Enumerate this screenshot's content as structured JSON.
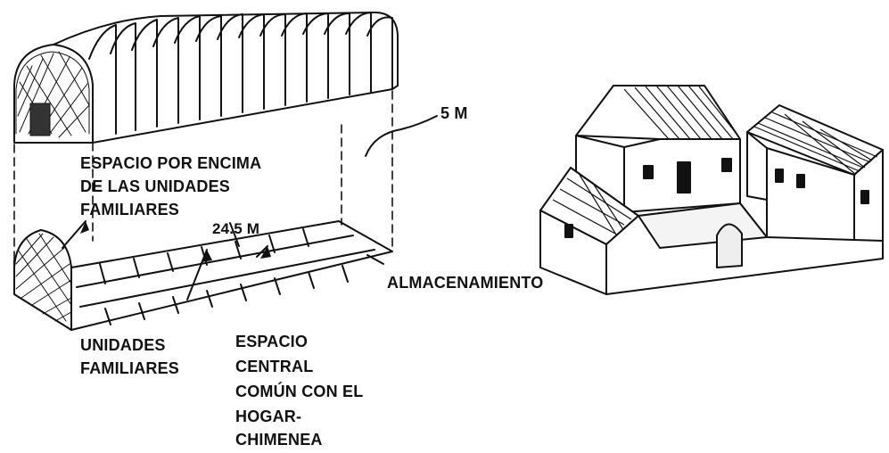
{
  "labels": {
    "height": "5 M",
    "upper_space": [
      "ESPACIO POR ENCIMA",
      "DE LAS UNIDADES",
      "FAMILIARES"
    ],
    "length": "24.5 M",
    "storage": "ALMACENAMIENTO",
    "family_units": [
      "UNIDADES",
      "FAMILIARES"
    ],
    "central_space": [
      "ESPACIO",
      "CENTRAL",
      "COMÚN CON EL",
      "HOGAR-",
      "CHIMENEA"
    ]
  },
  "colors": {
    "ink": "#111111",
    "background": "#ffffff"
  }
}
